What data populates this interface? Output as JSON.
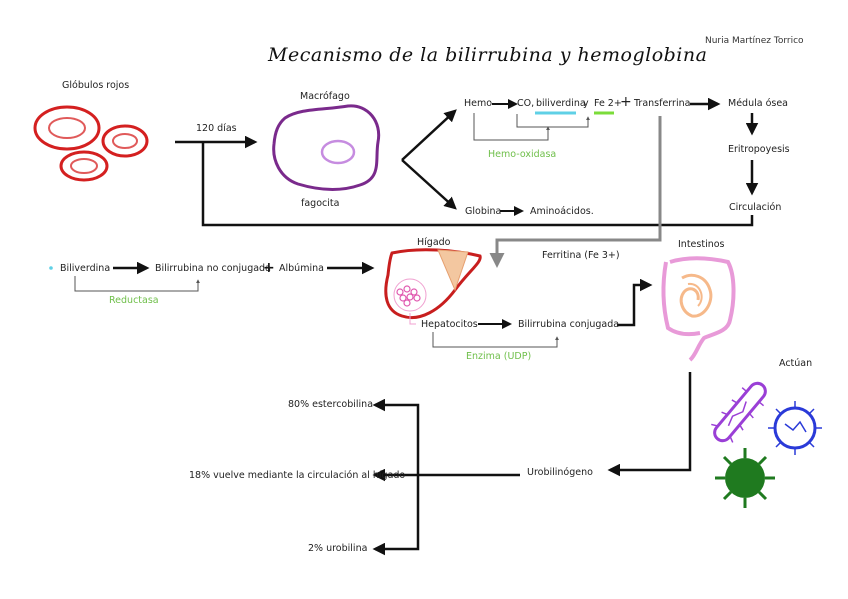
{
  "header": {
    "title": "Mecanismo de la bilirrubina y hemoglobina",
    "author": "Nuria Martínez Torrico"
  },
  "nodes": {
    "globulos_rojos": "Glóbulos rojos",
    "dias": "120 días",
    "macrofago": "Macrófago",
    "fagocita": "fagocita",
    "hemo": "Hemo",
    "co": "CO,",
    "biliverdina_top": "biliverdina",
    "y": "y",
    "fe2": "Fe 2+",
    "plus_top": "+",
    "transferrina": "Transferrina",
    "medula": "Médula ósea",
    "hemo_oxidasa": "Hemo-oxidasa",
    "eritropoyesis": "Eritropoyesis",
    "globina": "Globina",
    "aminoacidos": "Aminoácidos.",
    "circulacion": "Circulación",
    "higado": "Hígado",
    "ferritina": "Ferritina (Fe 3+)",
    "intestinos": "Intestinos",
    "biliverdina": "Biliverdina",
    "bilirrubina_no_conj": "Bilirrubina no conjugada",
    "plus_mid": "+",
    "albumina": "Albúmina",
    "reductasa": "Reductasa",
    "hepatocitos": "Hepatocitos",
    "bilirrubina_conj": "Bilirrubina conjugada",
    "enzima": "Enzima (UDP)",
    "actuan": "Actúan",
    "estercobilina": "80% estercobilina",
    "vuelve": "18% vuelve mediante la circulación al hígado",
    "urobilinogeno": "Urobilinógeno",
    "urobilina": "2% urobilina"
  },
  "colors": {
    "red_cells": "#d42020",
    "macrophage": "#7a2a8c",
    "macrophage_nucleus": "#c68ce0",
    "liver": "#c81e1e",
    "gallbladder": "#f3c7a0",
    "intestine": "#e89ad8",
    "intestine_inner": "#f6b98a",
    "green_label": "#6fbf4a",
    "cyan_underline": "#5fd0e6",
    "lime_underline": "#7bdc3a",
    "bacteria_purple": "#9a3fd6",
    "bacteria_blue": "#2a3ad8",
    "bacteria_green": "#1f7a1f",
    "grey_arrow": "#888888"
  }
}
